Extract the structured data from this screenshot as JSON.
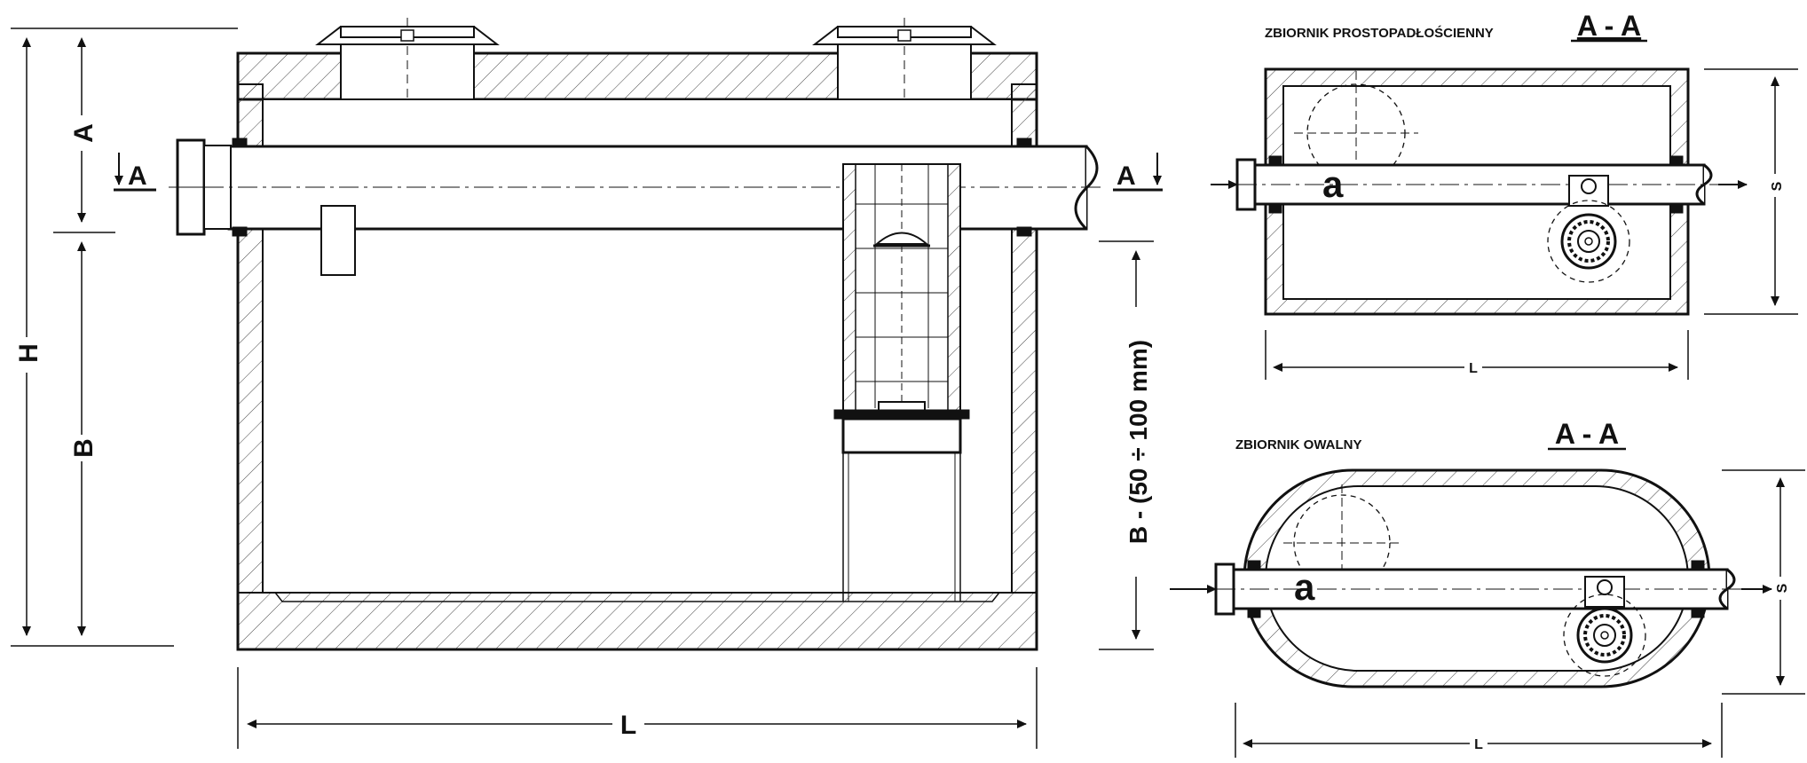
{
  "side_view": {
    "dim_H": "H",
    "dim_A": "A",
    "dim_B": "B",
    "dim_L": "L",
    "dim_B_minus": "B - (50 ÷ 100 mm)",
    "section_mark_left": "A",
    "section_mark_right": "A"
  },
  "rect_view": {
    "title": "ZBIORNIK PROSTOPADŁOŚCIENNY",
    "section_label": "A - A",
    "dim_L": "L",
    "dim_S": "S",
    "inlet_label": "a"
  },
  "oval_view": {
    "title": "ZBIORNIK OWALNY",
    "section_label": "A - A",
    "dim_L": "L",
    "dim_S": "S",
    "inlet_label": "a"
  },
  "colors": {
    "line": "#111111",
    "background": "#ffffff"
  }
}
